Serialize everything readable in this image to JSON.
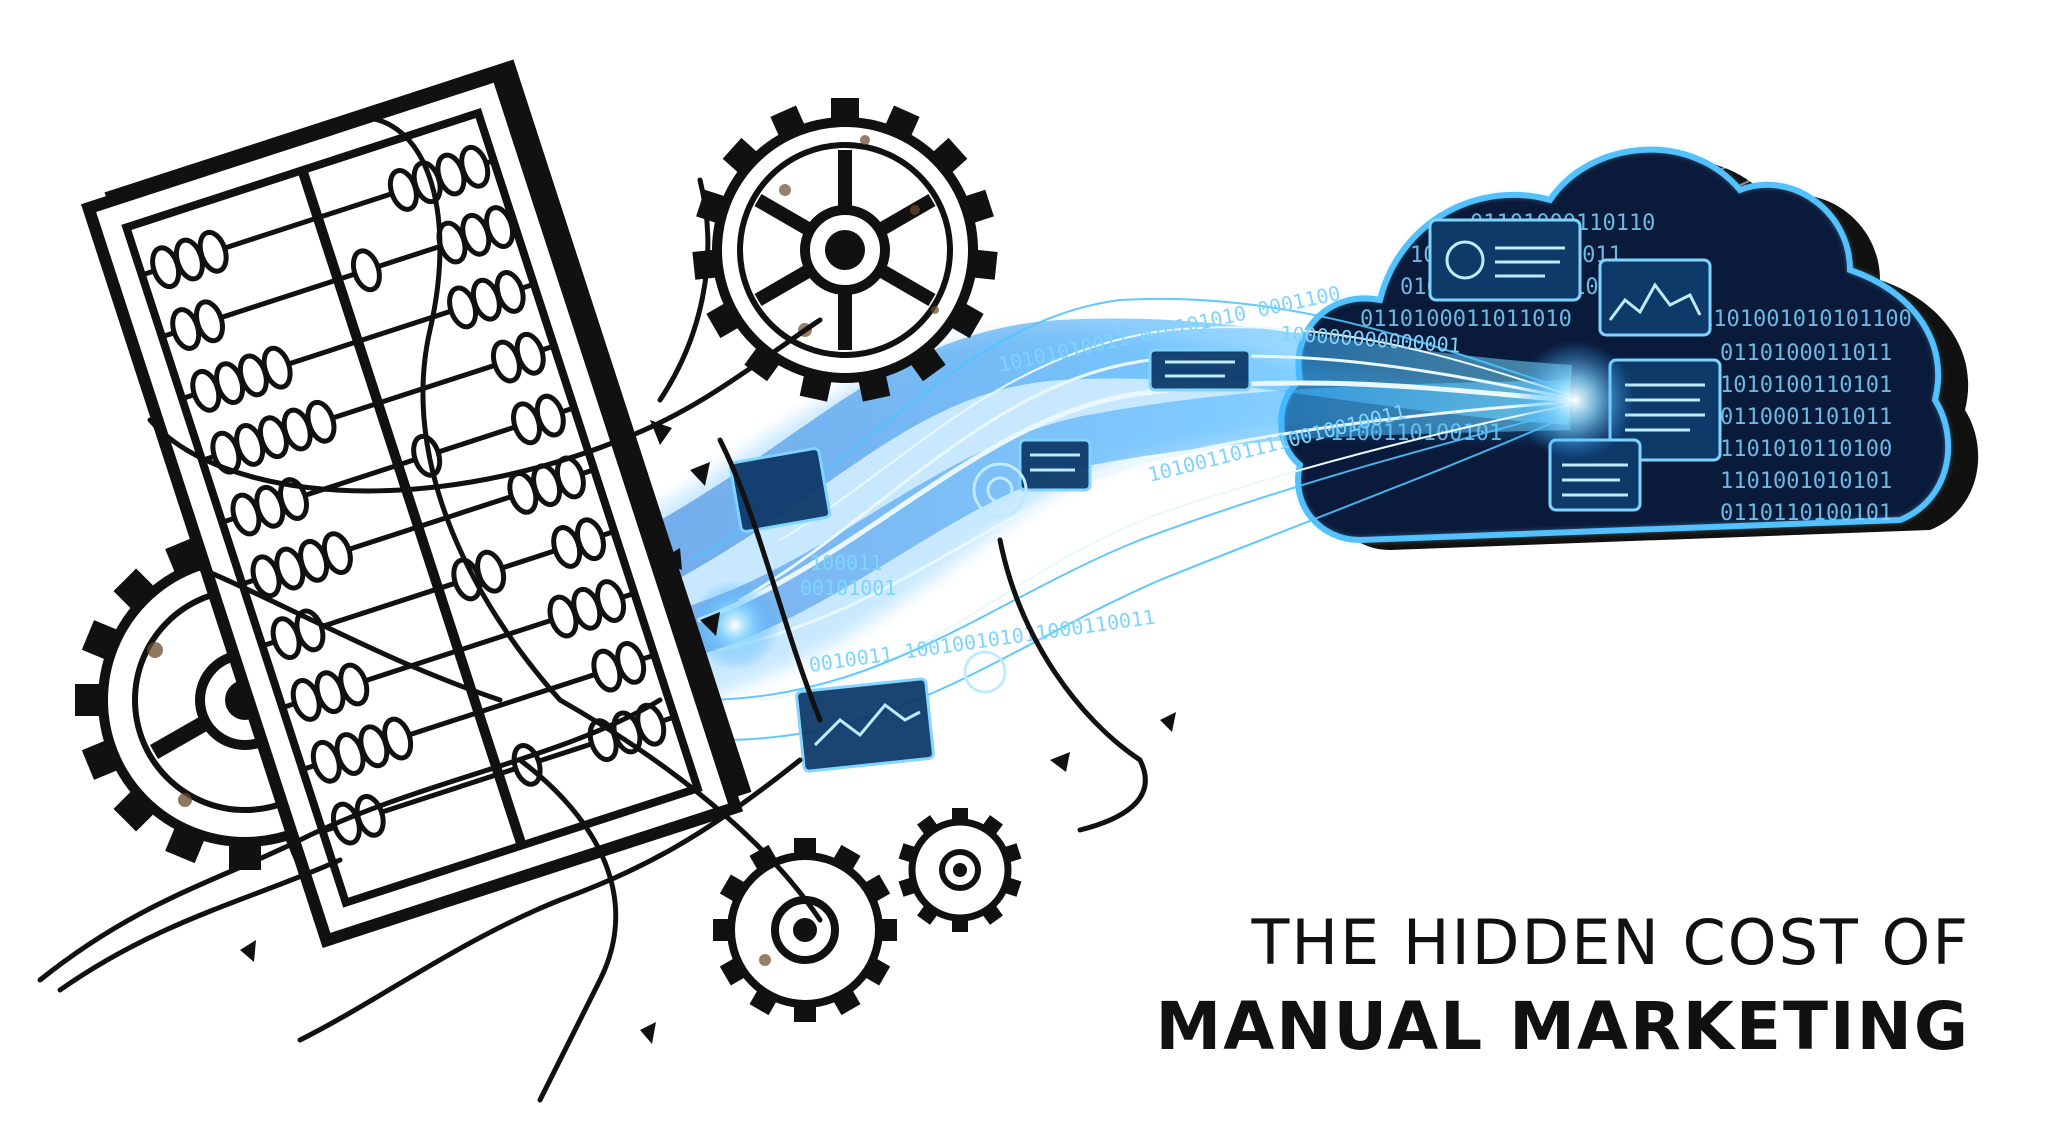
{
  "headline": {
    "line1": "THE HIDDEN COST OF",
    "line2": "MANUAL MARKETING"
  },
  "binary_text": {
    "cloud_rows": [
      "01101000110110",
      "1010100110101011",
      "0101001101011101",
      "0110100011011010",
      "1101001010101100",
      "0110100011011",
      "1010100110101",
      "0110001101011",
      "1101010110100",
      "1101001010101",
      "0110110100101",
      "1100110100101"
    ],
    "stream_upper": "10101010011 010101010 0001100",
    "stream_middle": "1010011011110010010011",
    "stream_lower": "0010011 100100101011000110011",
    "stream_small_1": "100011",
    "stream_small_2": "00101001",
    "stream_top": "100000000000001"
  },
  "colors": {
    "ink": "#111111",
    "glow": "#3fb8ff",
    "glow_core": "#e9f8ff",
    "cloud_fill": "#0a1a3a",
    "rust": "#6b4a2a"
  },
  "icons": [
    "abacus-icon",
    "gear-icon",
    "rope-icon",
    "cloud-icon",
    "data-stream-icon"
  ]
}
